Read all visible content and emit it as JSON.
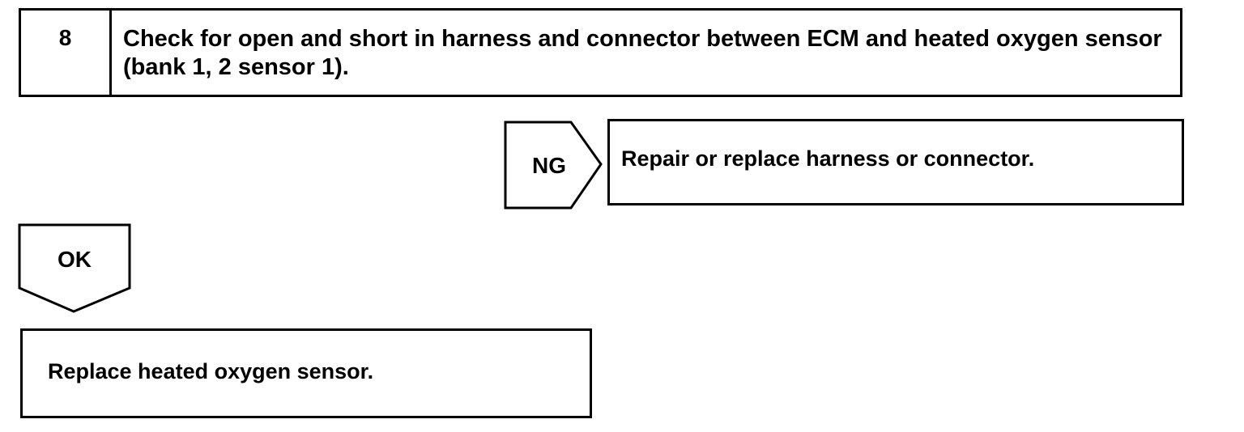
{
  "step": {
    "number": "8",
    "title": "Check for open and short in harness and connector between ECM and heated oxygen sensor (bank 1, 2 sensor 1)."
  },
  "ng_branch": {
    "label": "NG",
    "action": "Repair or replace harness or connector."
  },
  "ok_branch": {
    "label": "OK",
    "action": "Replace heated oxygen sensor."
  }
}
